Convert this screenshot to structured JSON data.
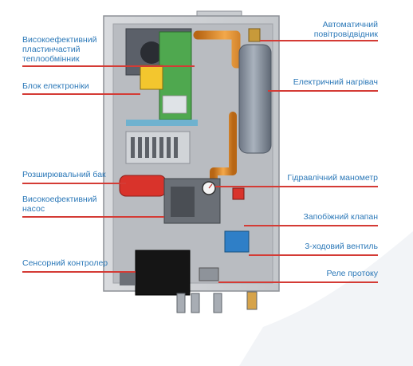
{
  "labels": {
    "left": [
      "Високоефективний\nпластинчастий\nтеплообмінник",
      "Блок електроніки",
      "Розширювальний бак",
      "Високоефективний\nнасос",
      "Сенсорний контролер"
    ],
    "right": [
      "Автоматичний\nповітровідвідник",
      "Електричний нагрівач",
      "Гідравлічний манометр",
      "Запобіжний клапан",
      "3-ходовий вентиль",
      "Реле протоку"
    ]
  },
  "colors": {
    "label_text": "#2b78b8",
    "leader_line": "#d43b35",
    "pipe": "#e8962a",
    "tank": "#8f99a6",
    "pcb": "#4fa84f",
    "expansion_tank": "#d9332b",
    "controller": "#151515",
    "valve": "#2f7fc7"
  }
}
